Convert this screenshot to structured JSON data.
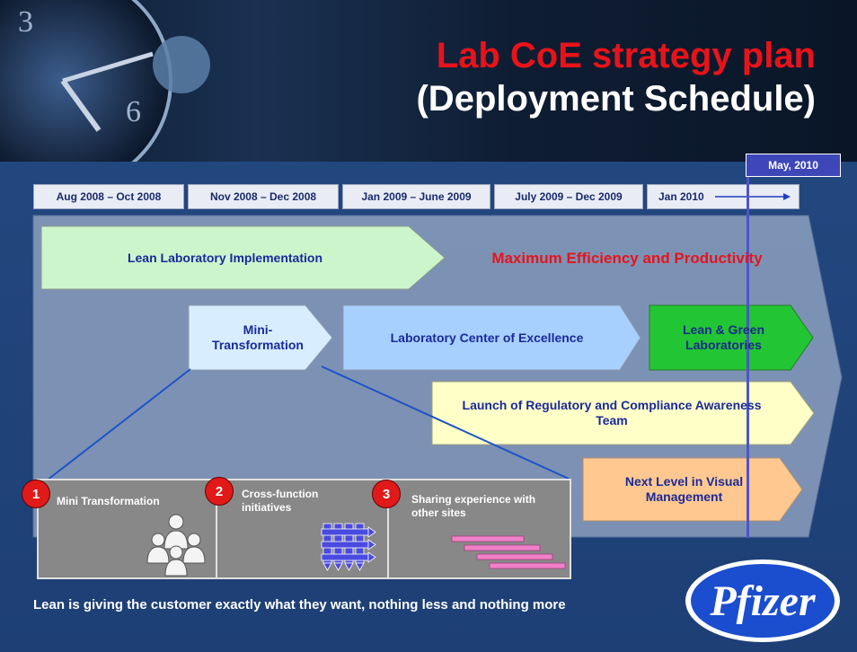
{
  "title": {
    "line1": "Lab CoE strategy plan",
    "line2": "(Deployment Schedule)"
  },
  "timeline": {
    "periods": [
      "Aug 2008 – Oct 2008",
      "Nov 2008 – Dec 2008",
      "Jan 2009 – June 2009",
      "July 2009 – Dec 2009",
      "Jan 2010"
    ],
    "marker_label": "May, 2010"
  },
  "arrows": {
    "lean_impl": "Lean Laboratory Implementation",
    "max_efficiency": "Maximum Efficiency and Productivity",
    "mini_transformation": "Mini-Transformation",
    "lab_coe": "Laboratory Center of Excellence",
    "lean_green": "Lean & Green Laboratories",
    "regulatory": "Launch of Regulatory and Compliance Awareness Team",
    "visual_mgmt": "Next Level in Visual Management"
  },
  "panels": [
    {
      "number": "1",
      "label": "Mini Transformation",
      "icon": "people-group-icon"
    },
    {
      "number": "2",
      "label": "Cross-function initiatives",
      "icon": "arrows-grid-icon"
    },
    {
      "number": "3",
      "label": "Sharing experience with other sites",
      "icon": "staggered-bars-icon"
    }
  ],
  "quote": "Lean is giving the customer exactly what they want, nothing less and nothing more",
  "logo": "Pfizer",
  "colors": {
    "background": "#1d3f75",
    "title_red": "#e8131a",
    "marker_blue": "#3e47b8",
    "text_blue": "#1a2a9a",
    "lean_impl_fill": "#ccf5cc",
    "mini_fill": "#d8eeff",
    "lab_coe_fill": "#a8d0ff",
    "lean_green_fill": "#22c533",
    "regulatory_fill": "#ffffc8",
    "visual_fill": "#ffc890",
    "badge_red": "#e11919"
  }
}
